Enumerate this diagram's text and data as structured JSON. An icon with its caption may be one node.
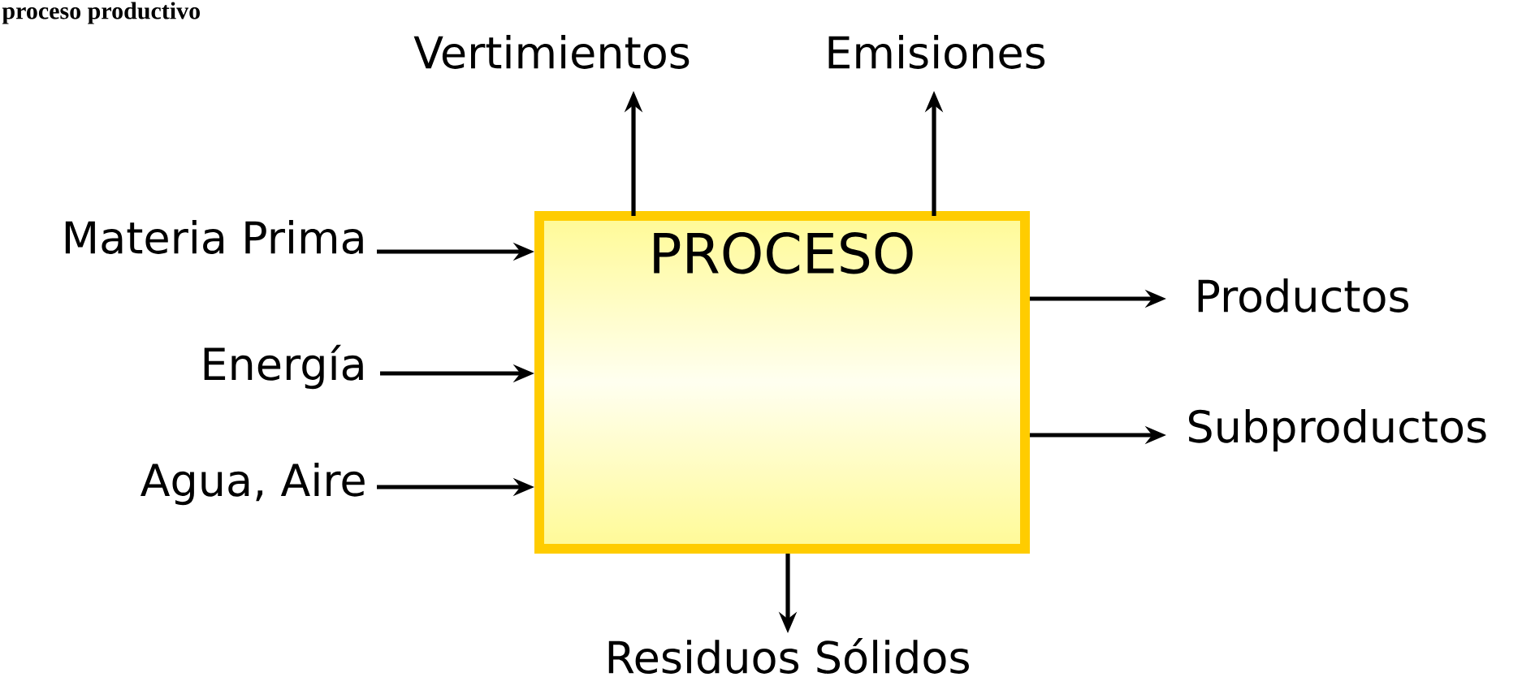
{
  "diagram": {
    "title": "proceso productivo",
    "nodes": [
      {
        "text": [
          "PROCESO"
        ]
      },
      {
        "text": [
          "Vertimientos"
        ]
      },
      {
        "text": [
          "Emisiones"
        ]
      },
      {
        "text": [
          "Materia Prima"
        ]
      },
      {
        "text": [
          "Productos"
        ]
      },
      {
        "text": [
          "Energía"
        ]
      },
      {
        "text": [
          "Subproductos"
        ]
      },
      {
        "text": [
          "Agua, Aire"
        ]
      },
      {
        "text": [
          "Residuos Sólidos"
        ]
      }
    ],
    "edges": [
      {
        "from": 0,
        "to": 1,
        "arrow": "to"
      },
      {
        "from": 0,
        "to": 2,
        "arrow": "to"
      },
      {
        "from": 3,
        "to": 0,
        "arrow": "to"
      },
      {
        "from": 5,
        "to": 0,
        "arrow": "to"
      },
      {
        "from": 7,
        "to": 0,
        "arrow": "to"
      },
      {
        "from": 0,
        "to": 4,
        "arrow": "to"
      },
      {
        "from": 0,
        "to": 6,
        "arrow": "to"
      },
      {
        "from": 0,
        "to": 8,
        "arrow": "to"
      }
    ]
  }
}
